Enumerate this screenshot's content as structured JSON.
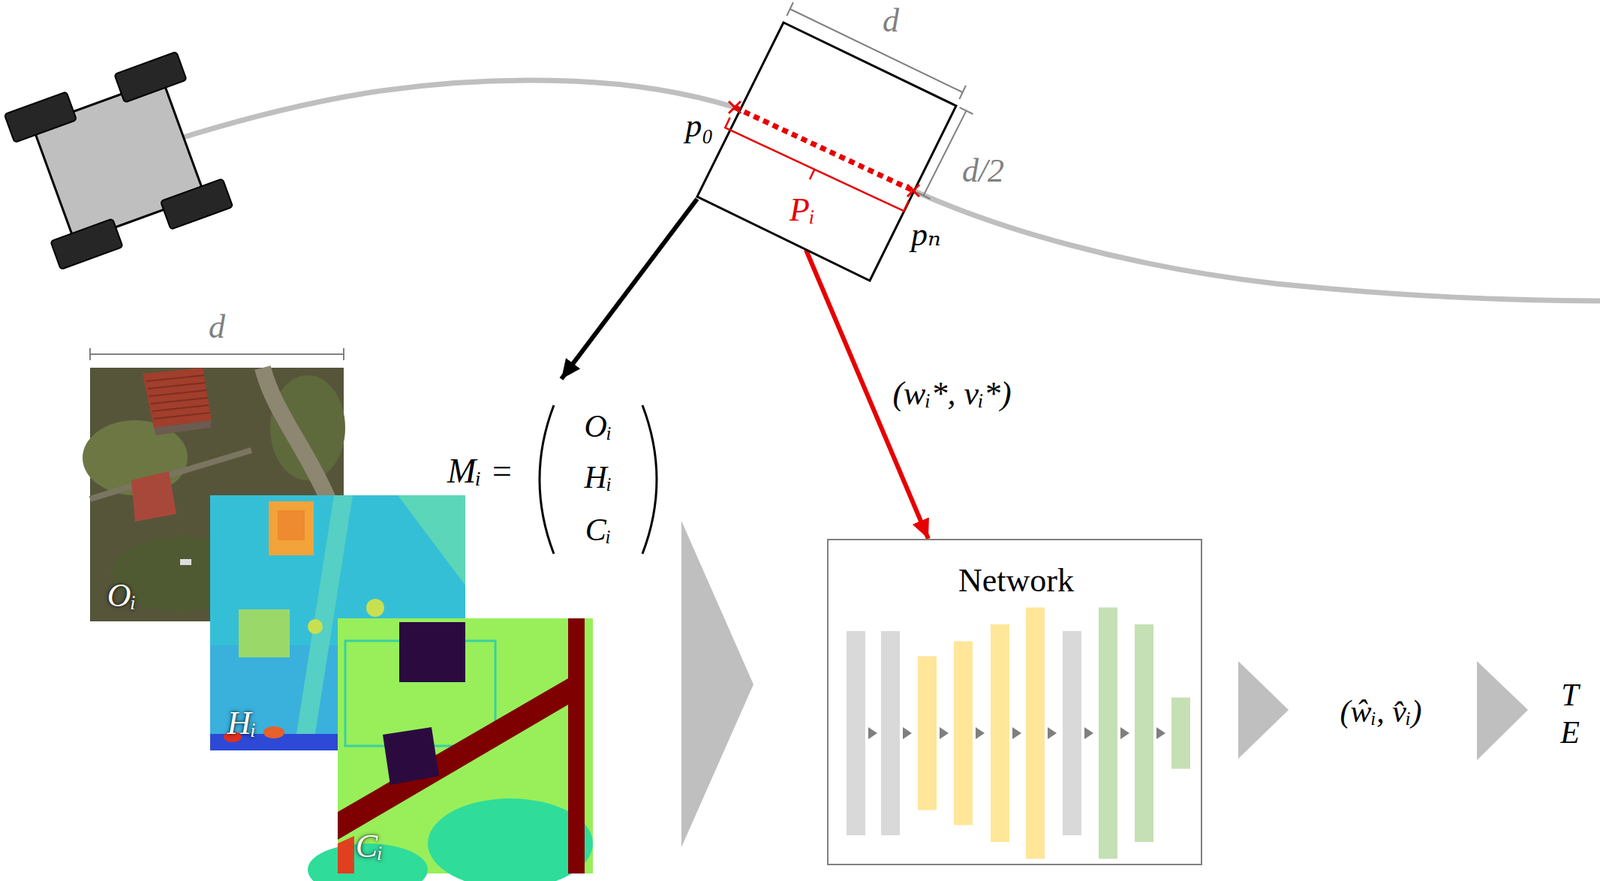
{
  "diagram": {
    "nodes": [
      {
        "text": [
          "Pᵢ"
        ]
      },
      {
        "text": [
          "Oᵢ"
        ]
      },
      {
        "text": [
          "Hᵢ"
        ]
      },
      {
        "text": [
          "Cᵢ"
        ]
      },
      {
        "text": [
          "Network"
        ]
      }
    ],
    "edges": [
      {
        "from": 0,
        "to": 4,
        "arrow": "to",
        "label": "(wᵢ*, vᵢ*)"
      }
    ],
    "labels": [
      "d",
      "d/2",
      "p₀",
      "pₙ",
      "d",
      "Mᵢ =",
      "Oᵢ",
      "Hᵢ",
      "Cᵢ",
      "(ŵᵢ, v̂ᵢ)",
      "T",
      "E"
    ]
  }
}
